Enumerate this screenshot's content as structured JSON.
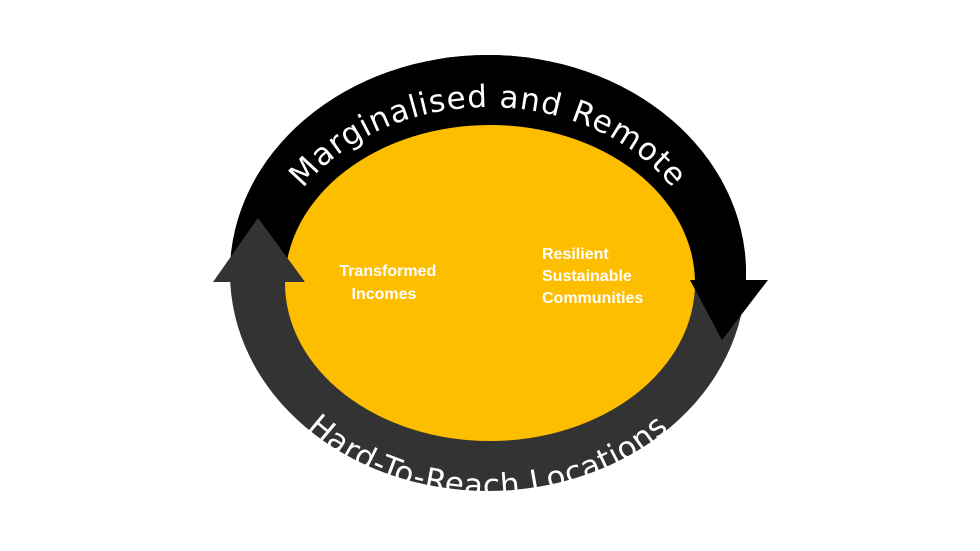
{
  "diagram": {
    "top_arc_label": "Marginalised and Remote",
    "bottom_arc_label": "Hard-To-Reach Locations",
    "left_label": [
      "Transformed",
      "Incomes"
    ],
    "right_label": [
      "Resilient",
      "Sustainable",
      "Communities"
    ],
    "colors": {
      "center": "#FDBE00",
      "top_arrow": "#000000",
      "bottom_arrow": "#333333",
      "text": "#FFFFFF"
    }
  }
}
